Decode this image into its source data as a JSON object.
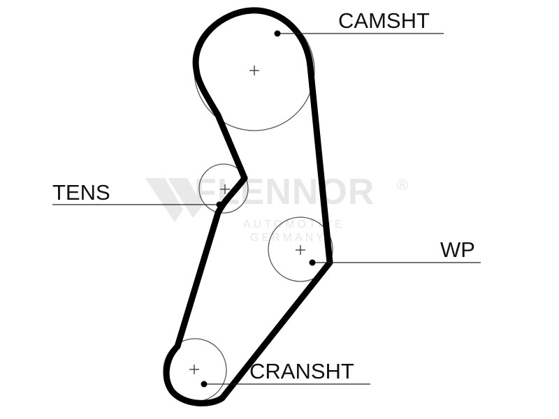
{
  "diagram": {
    "labels": {
      "camshaft": "CAMSHT",
      "tensioner": "TENS",
      "water_pump": "WP",
      "crankshaft": "CRANSHT"
    },
    "watermark": {
      "brand": "FLENNOR",
      "registered": "®",
      "line1": "AUTOMOTIVE",
      "line2": "GERMANY"
    },
    "colors": {
      "belt": "#000000",
      "pulley_outline": "#555555",
      "leader": "#222222",
      "watermark": "#e7e7e7"
    }
  }
}
